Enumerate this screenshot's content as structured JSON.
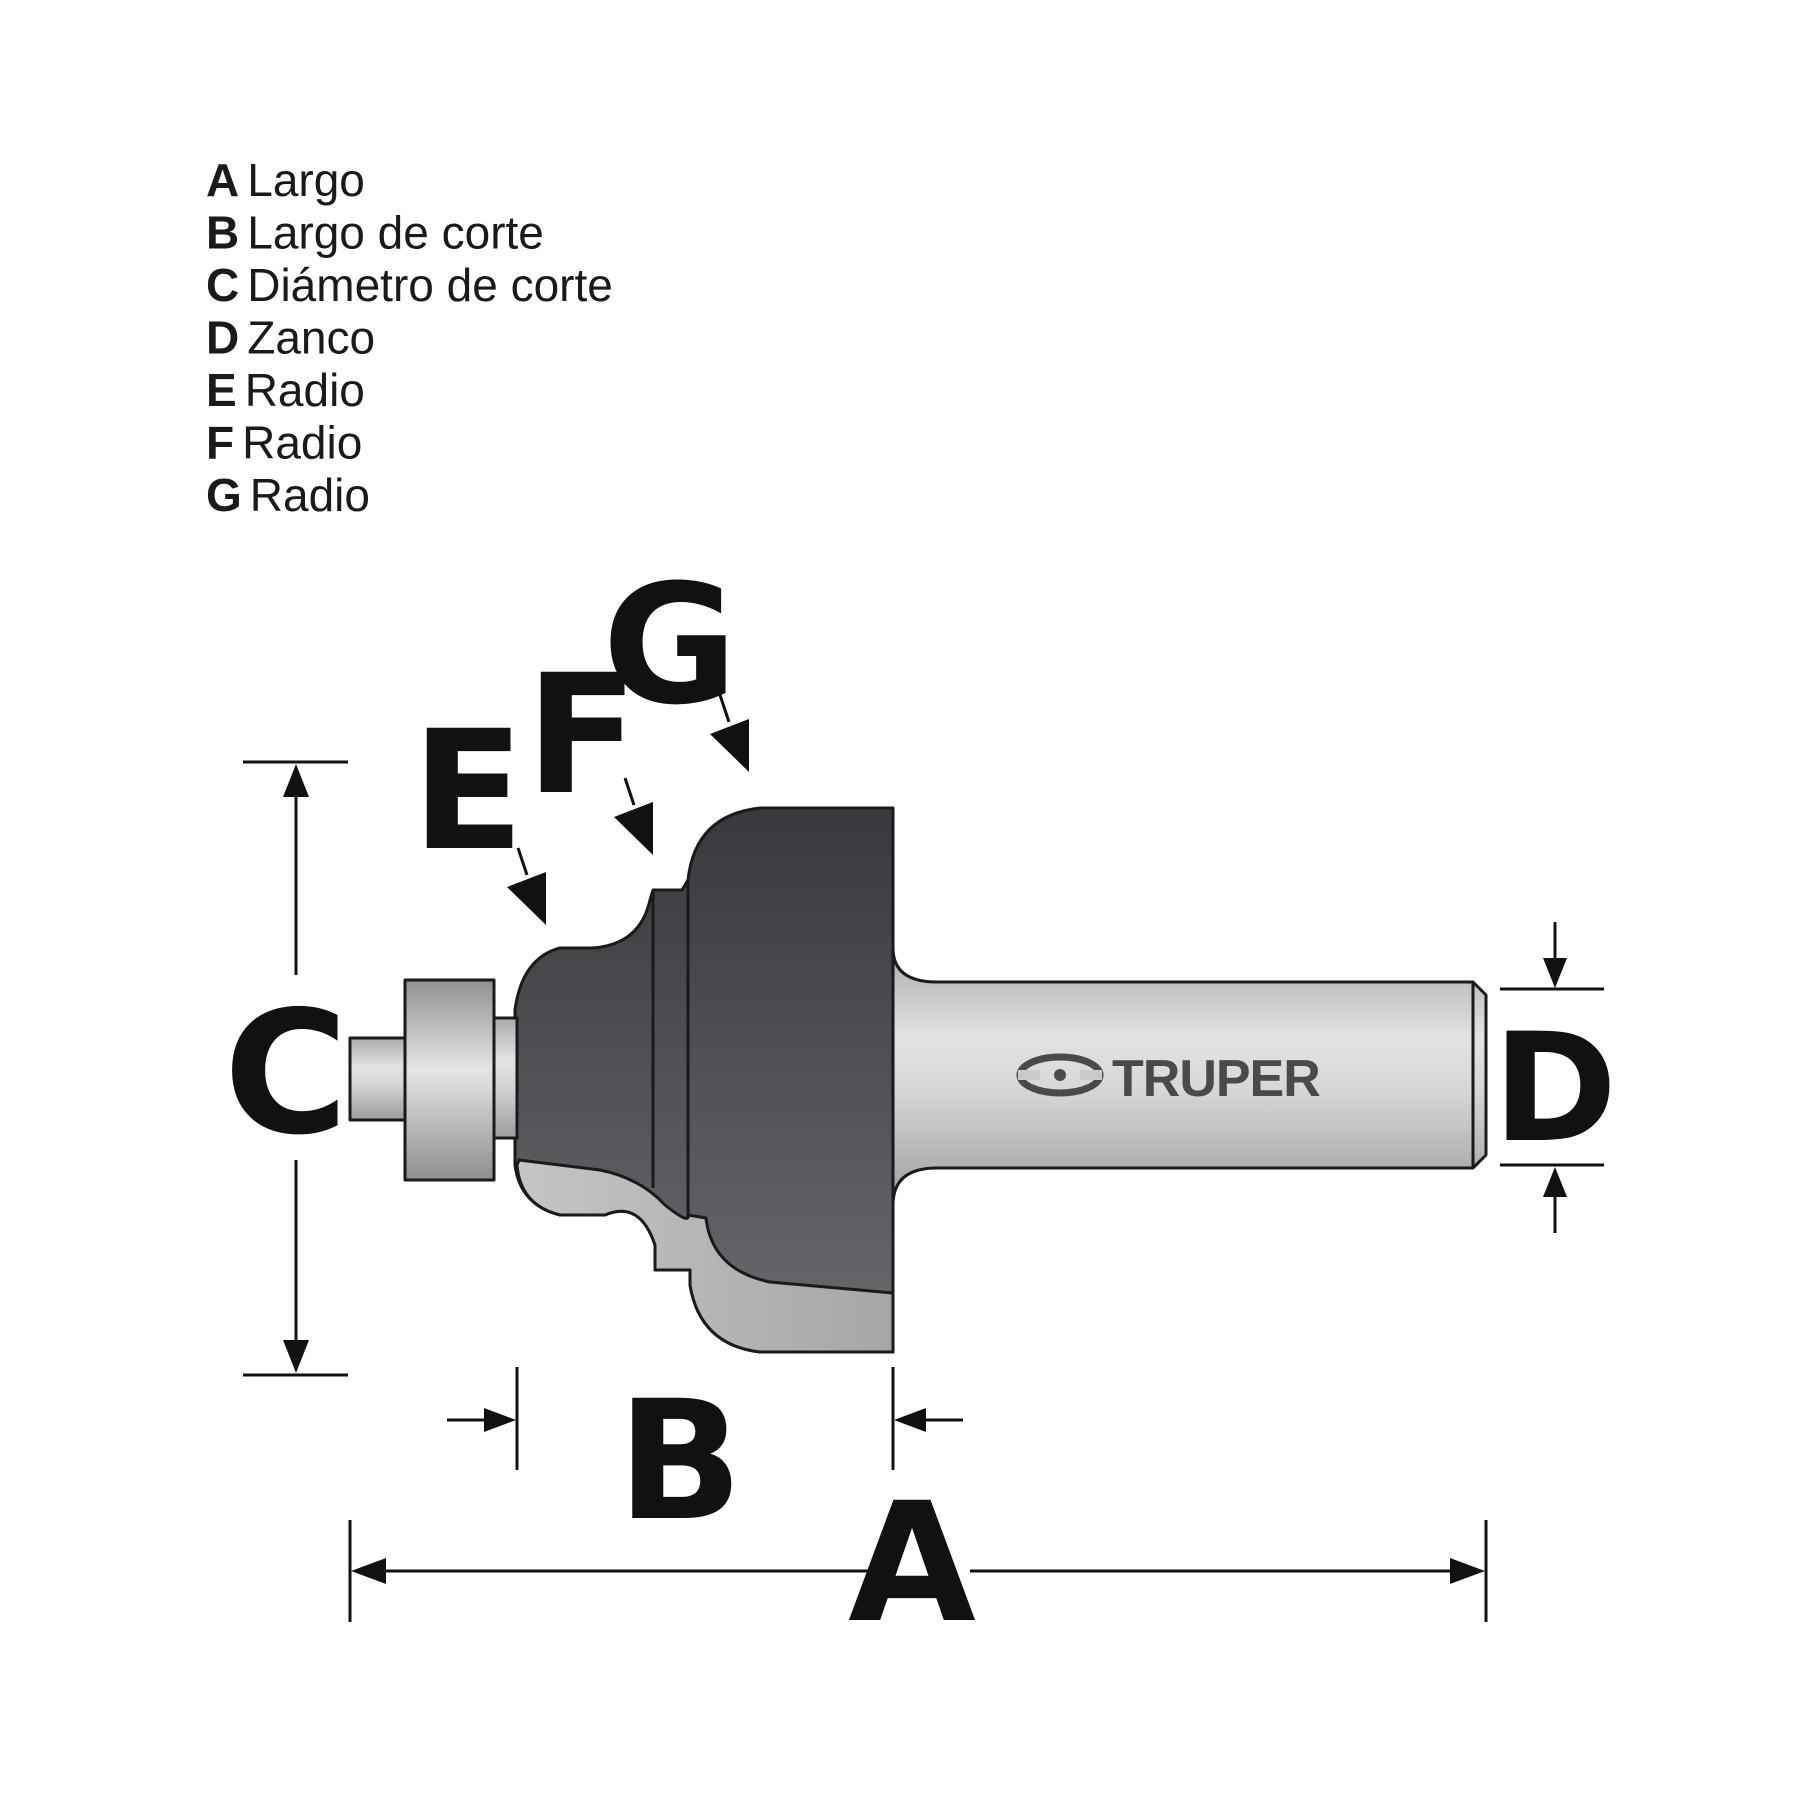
{
  "legend": [
    {
      "letter": "A",
      "label": "Largo"
    },
    {
      "letter": "B",
      "label": "Largo de corte"
    },
    {
      "letter": "C",
      "label": "Diámetro de corte"
    },
    {
      "letter": "D",
      "label": "Zanco"
    },
    {
      "letter": "E",
      "label": "Radio"
    },
    {
      "letter": "F",
      "label": "Radio"
    },
    {
      "letter": "G",
      "label": "Radio"
    }
  ],
  "dimensions": {
    "a": "A",
    "b": "B",
    "c": "C",
    "d": "D",
    "e": "E",
    "f": "F",
    "g": "G"
  },
  "brand": {
    "name": "TRUPER",
    "logo": "truper-logo-icon"
  },
  "colors": {
    "cutter_dark": "#3d3e42",
    "cutter_light": "#b4b6b8",
    "shank": "#c9cacc",
    "outline": "#1a1a1a"
  }
}
